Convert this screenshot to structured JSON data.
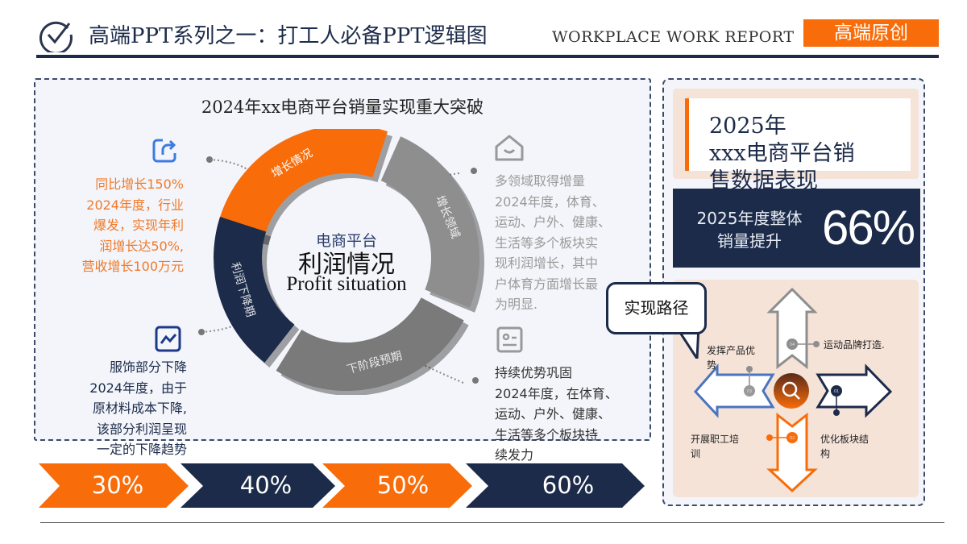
{
  "header": {
    "title": "高端PPT系列之一：打工人必备PPT逻辑图",
    "subtitle": "WORKPLACE WORK REPORT",
    "badge": "高端原创",
    "icon": "check-circle-icon"
  },
  "left_panel": {
    "heading": "2024年xx电商平台销量实现重大突破",
    "ring": {
      "center_line1": "电商平台",
      "center_line2": "利润情况",
      "center_line3": "Profit situation",
      "segments": [
        {
          "label": "增长情况",
          "color": "#f86c0a"
        },
        {
          "label": "增长领域",
          "color": "#8e8e8e"
        },
        {
          "label": "下阶段预期",
          "color": "#7a7a7a"
        },
        {
          "label": "利润下降期",
          "color": "#1c2b4a"
        }
      ]
    },
    "blocks": [
      {
        "icon": "share-icon",
        "title": "同比增长150%",
        "lines": [
          "2024年度，行业",
          "爆发，实现年利",
          "润增长达50%,",
          "营收增长100万元"
        ],
        "color": "#f07a2a"
      },
      {
        "icon": "trend-chart-icon",
        "title": "服饰部分下降",
        "lines": [
          "2024年度，由于",
          "原材料成本下降,",
          "该部分利润呈现",
          "一定的下降趋势"
        ],
        "color": "#1c2b4a"
      },
      {
        "icon": "home-icon",
        "title": "多领域取得增量",
        "lines": [
          "2024年度，体育、",
          "运动、户外、健康、",
          "生活等多个板块实",
          "现利润增长，其中",
          "户体育方面增长最",
          "为明显."
        ],
        "color": "#9a9a9a"
      },
      {
        "icon": "id-card-icon",
        "title": "持续优势巩固",
        "lines": [
          "2024年度，在体育、",
          "运动、户外、健康、",
          "生活等多个板块持",
          "续发力"
        ],
        "color": "#333333"
      }
    ]
  },
  "progress_chevrons": [
    "30%",
    "40%",
    "50%",
    "60%"
  ],
  "right_panel": {
    "title_lines": [
      "2025年",
      "xxx电商平台销",
      "售数据表现"
    ],
    "stat_label_lines": [
      "2025年度整体",
      "销量提升"
    ],
    "stat_value": "66%",
    "callout": "实现路径",
    "arrows": [
      {
        "num": "01",
        "label": "优化板块结构",
        "color": "#1c2b4a"
      },
      {
        "num": "02",
        "label": "开展职工培训",
        "color": "#f86c0a"
      },
      {
        "num": "03",
        "label": "发挥产品优势",
        "color": "#4a74c0"
      },
      {
        "num": "04",
        "label": "运动品牌打造.",
        "color": "#8e8e8e"
      }
    ]
  },
  "colors": {
    "navy": "#1c2b4a",
    "orange": "#f86c0a",
    "peach": "#f5e3d8",
    "gray": "#8e8e8e"
  }
}
